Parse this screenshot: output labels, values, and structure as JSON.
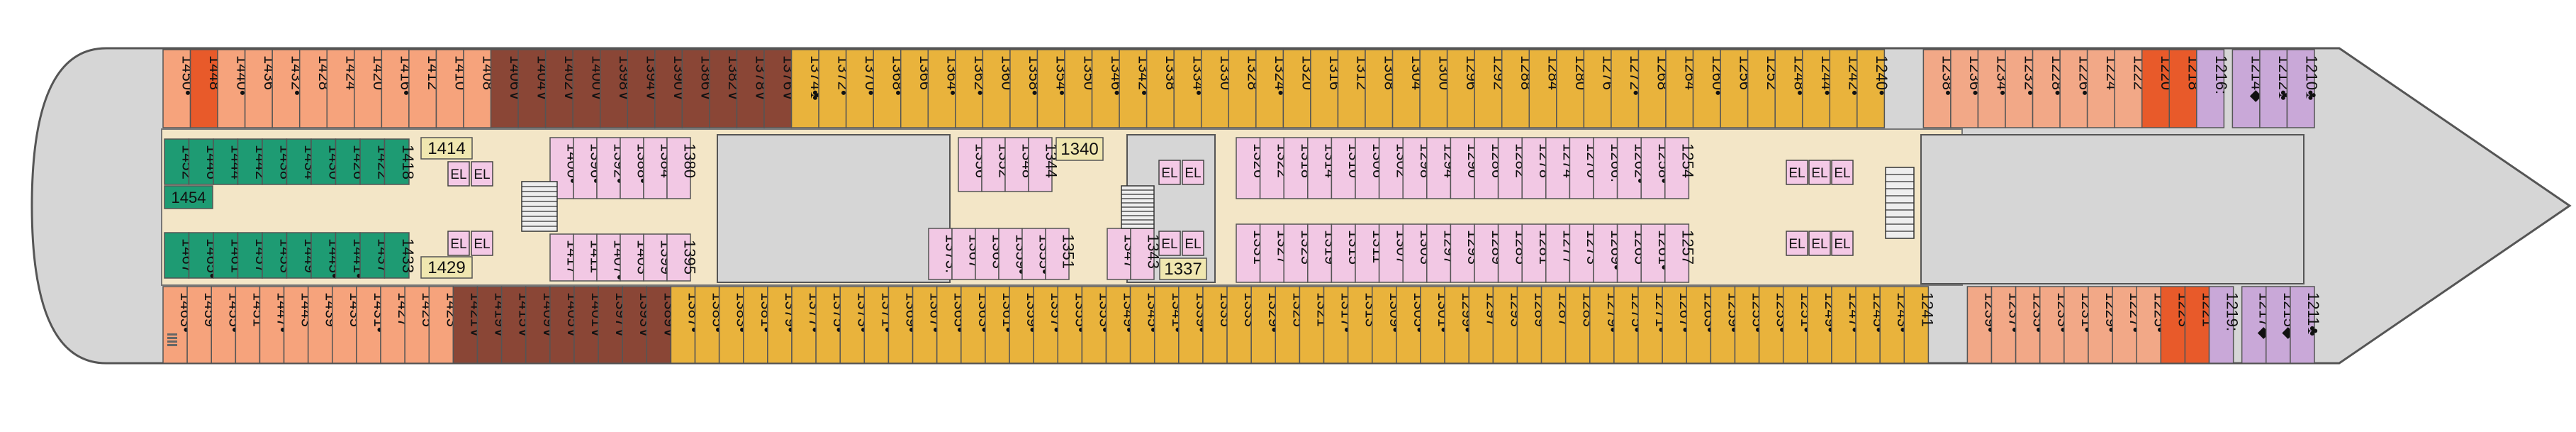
{
  "colors": {
    "hull": "#d6d6d6",
    "outline": "#555555",
    "corridor": "#f3e6c7",
    "interior_cabin": "#f2c8e4",
    "gold_cabin": "#e9b33c",
    "aft_salmon": "#f6a37c",
    "fwd_salmon": "#f2a887",
    "brown_suite": "#8a4636",
    "red_suite": "#e85a2a",
    "green_cabin": "#1e9b73",
    "lavender_fwd": "#c9a8d8",
    "elevator": "#f4c9e6",
    "landing": "#f0e7b0"
  },
  "icons": {
    "stairs": "stairs-icon",
    "elevator": "elevator-icon",
    "vent": "vent-icon"
  },
  "top_row": [
    "1450•",
    "1448",
    "1440•",
    "1436",
    "1432•",
    "1428",
    "1424",
    "1420",
    "1416•",
    "1412",
    "1410",
    "1408",
    "1406∨",
    "1404∨",
    "1402∨",
    "1400∨",
    "1398∨",
    "1394∨",
    "1390∨",
    "1386∨",
    "1382∨",
    "1378∨",
    "1376∨",
    "1374♣",
    "1372•",
    "1370•",
    "1368•",
    "1366",
    "1364•",
    "1362•",
    "1360",
    "1358•",
    "1354•",
    "1350",
    "1346•",
    "1342•",
    "1338",
    "1334•",
    "1330",
    "1328",
    "1324•",
    "1320",
    "1316",
    "1312",
    "1308",
    "1304",
    "1300",
    "1296",
    "1292",
    "1288",
    "1284",
    "1280",
    "1276",
    "1272•",
    "1268",
    "1264",
    "1260•",
    "1256",
    "1252",
    "1248•",
    "1244•",
    "1242•",
    "1240•",
    "1238•",
    "1236•",
    "1234•",
    "1232•",
    "1228•",
    "1226•",
    "1224",
    "1222",
    "1220",
    "1218",
    "1216:",
    "1214◆",
    "1212♣",
    "1210♣"
  ],
  "bottom_row": [
    "1463•",
    "1459",
    "1455•",
    "1451",
    "1447•",
    "1443",
    "1439",
    "1435",
    "1431•",
    "1427",
    "1425",
    "1423",
    "1421∨",
    "1419∨",
    "1415∨",
    "1409∨",
    "1405∨",
    "1401∨",
    "1397∨",
    "1393∨",
    "1389∨",
    "1387•",
    "1385•",
    "1383•",
    "1381•",
    "1379•",
    "1377•",
    "1375•",
    "1373•",
    "1371•",
    "1369•",
    "1367•",
    "1365•",
    "1363•",
    "1361•",
    "1359•",
    "1357•",
    "1355•",
    "1353•",
    "1349•",
    "1345•",
    "1341•",
    "1339•",
    "1335",
    "1333",
    "1329•",
    "1325",
    "1321",
    "1317•",
    "1313",
    "1309•",
    "1305•",
    "1301•",
    "1299•",
    "1297",
    "1293",
    "1289",
    "1287",
    "1283",
    "1279•",
    "1275•",
    "1271•",
    "1267•",
    "1263•",
    "1259•",
    "1255•",
    "1253•",
    "1251•",
    "1249•",
    "1247•",
    "1245•",
    "1243•",
    "1241",
    "1239•",
    "1237•",
    "1235•",
    "1233•",
    "1231•",
    "1229•",
    "1227•",
    "1225•",
    "1223",
    "1221",
    "1219:",
    "1217◆",
    "1215◆",
    "1211♣"
  ],
  "green_top": [
    "1452",
    "1446",
    "1444",
    "1442",
    "1438",
    "1434",
    "1430",
    "1426",
    "1422",
    "1418"
  ],
  "green_bottom": [
    "1467",
    "1465•",
    "1461",
    "1457",
    "1453",
    "1449",
    "1445•",
    "1441•",
    "1437",
    "1433"
  ],
  "green_single": "1454",
  "landing_labels": [
    "1414",
    "1429"
  ],
  "interior_aft_top": [
    "1400•",
    "1396•",
    "1392•",
    "1388•",
    "1384",
    "1380"
  ],
  "interior_aft_bottom": [
    "1417",
    "1411",
    "1407•",
    "1403",
    "1399",
    "1395"
  ],
  "interior_mid_top": [
    "1356",
    "1352",
    "1348",
    "1344"
  ],
  "interior_mid_bottom": [
    "1373:",
    "1367",
    "1363",
    "1359•",
    "1355•",
    "1351"
  ],
  "interior_mid_single_top": "1340",
  "interior_mid_single_bottom": "1337",
  "interior_mid_bottom2": [
    "1347",
    "1343"
  ],
  "interior_fwd_top": [
    "1326",
    "1322",
    "1318",
    "1314",
    "1310",
    "1306",
    "1302",
    "1298",
    "1294",
    "1290",
    "1286",
    "1282",
    "1278",
    "1274",
    "1270",
    "1266:",
    "1262•",
    "1258•",
    "1254"
  ],
  "interior_fwd_bottom": [
    "1331",
    "1327",
    "1323",
    "1319",
    "1315",
    "1311",
    "1307",
    "1303",
    "1297",
    "1293",
    "1289",
    "1285",
    "1281",
    "1277",
    "1273",
    "1269•",
    "1265",
    "1261•",
    "1257"
  ],
  "elevator_label": "EL"
}
